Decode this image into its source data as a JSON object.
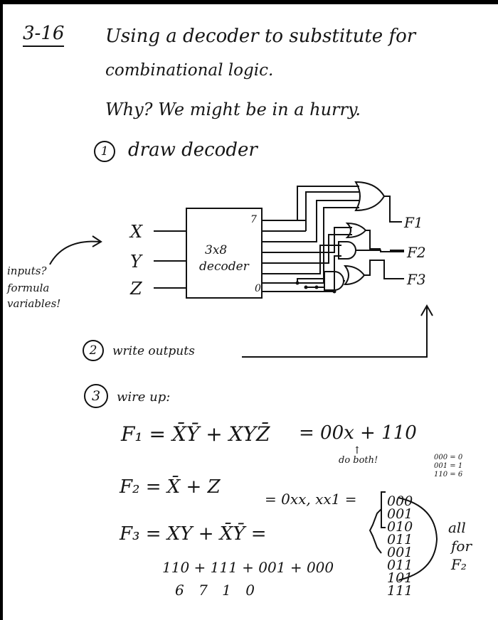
{
  "header": {
    "number": "3-16",
    "title_line1": "Using a decoder to substitute for",
    "title_line2": "combinational logic."
  },
  "why_line": "Why? We might be in a hurry.",
  "steps": {
    "step1_num": "1",
    "step1_text": "draw decoder",
    "step2_num": "2",
    "step2_text": "write outputs",
    "step3_num": "3",
    "step3_text": "wire up:"
  },
  "diagram": {
    "input_x": "X",
    "input_y": "Y",
    "input_z": "Z",
    "decoder_line1": "3x8",
    "decoder_line2": "decoder",
    "pin_top": "7",
    "pin_bottom": "0",
    "out_f1": "F1",
    "out_f2": "F2",
    "out_f3": "F3"
  },
  "annotation": {
    "line1": "inputs?",
    "line2": "formula",
    "line3": "variables!"
  },
  "equations": {
    "f1": "F₁ = X̄Ȳ + XYZ̄",
    "f1_rhs": "= 00x + 110",
    "f1_note": "do both!",
    "side_note": [
      "000 = 0",
      "001 = 1",
      "110 = 6"
    ],
    "f2": "F₂ = X̄ + Z",
    "f2_rhs": "= 0xx, xx1 =",
    "f3": "F₃ = XY + X̄Ȳ =",
    "f3_terms": "110 + 111 + 001 + 000",
    "f3_values": "6    7    1    0"
  },
  "codes": {
    "list": [
      "000",
      "001",
      "010",
      "011",
      "001",
      "011",
      "101",
      "111"
    ],
    "brace_label1": "all",
    "brace_label2": "for",
    "brace_label3": "F₂"
  }
}
